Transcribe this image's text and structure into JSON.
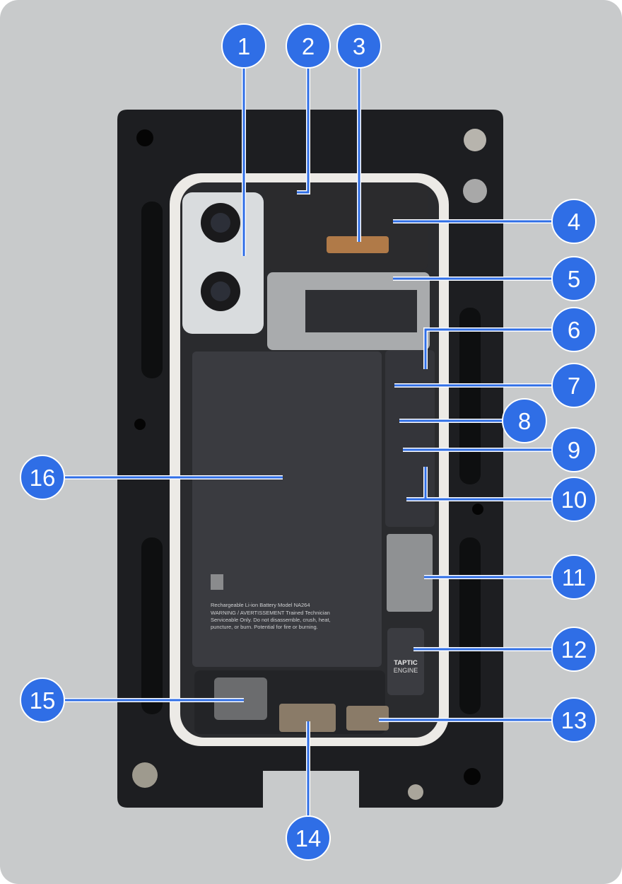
{
  "colors": {
    "callout": "#2f6ee6",
    "background": "#c8cacb",
    "jig": "#1c1d20",
    "battery": "#3a3b40"
  },
  "battery_label": {
    "line1": "Rechargeable Li-ion Battery  Model NA264",
    "line2": "WARNING / AVERTISSEMENT  Trained Technician",
    "line3": "Serviceable Only. Do not disassemble, crush, heat,",
    "line4": "puncture, or burn. Potential for fire or burning."
  },
  "taptic_label": {
    "line1": "TAPTIC",
    "line2": "ENGINE"
  },
  "callouts": [
    "1",
    "2",
    "3",
    "4",
    "5",
    "6",
    "7",
    "8",
    "9",
    "10",
    "11",
    "12",
    "13",
    "14",
    "15",
    "16"
  ]
}
